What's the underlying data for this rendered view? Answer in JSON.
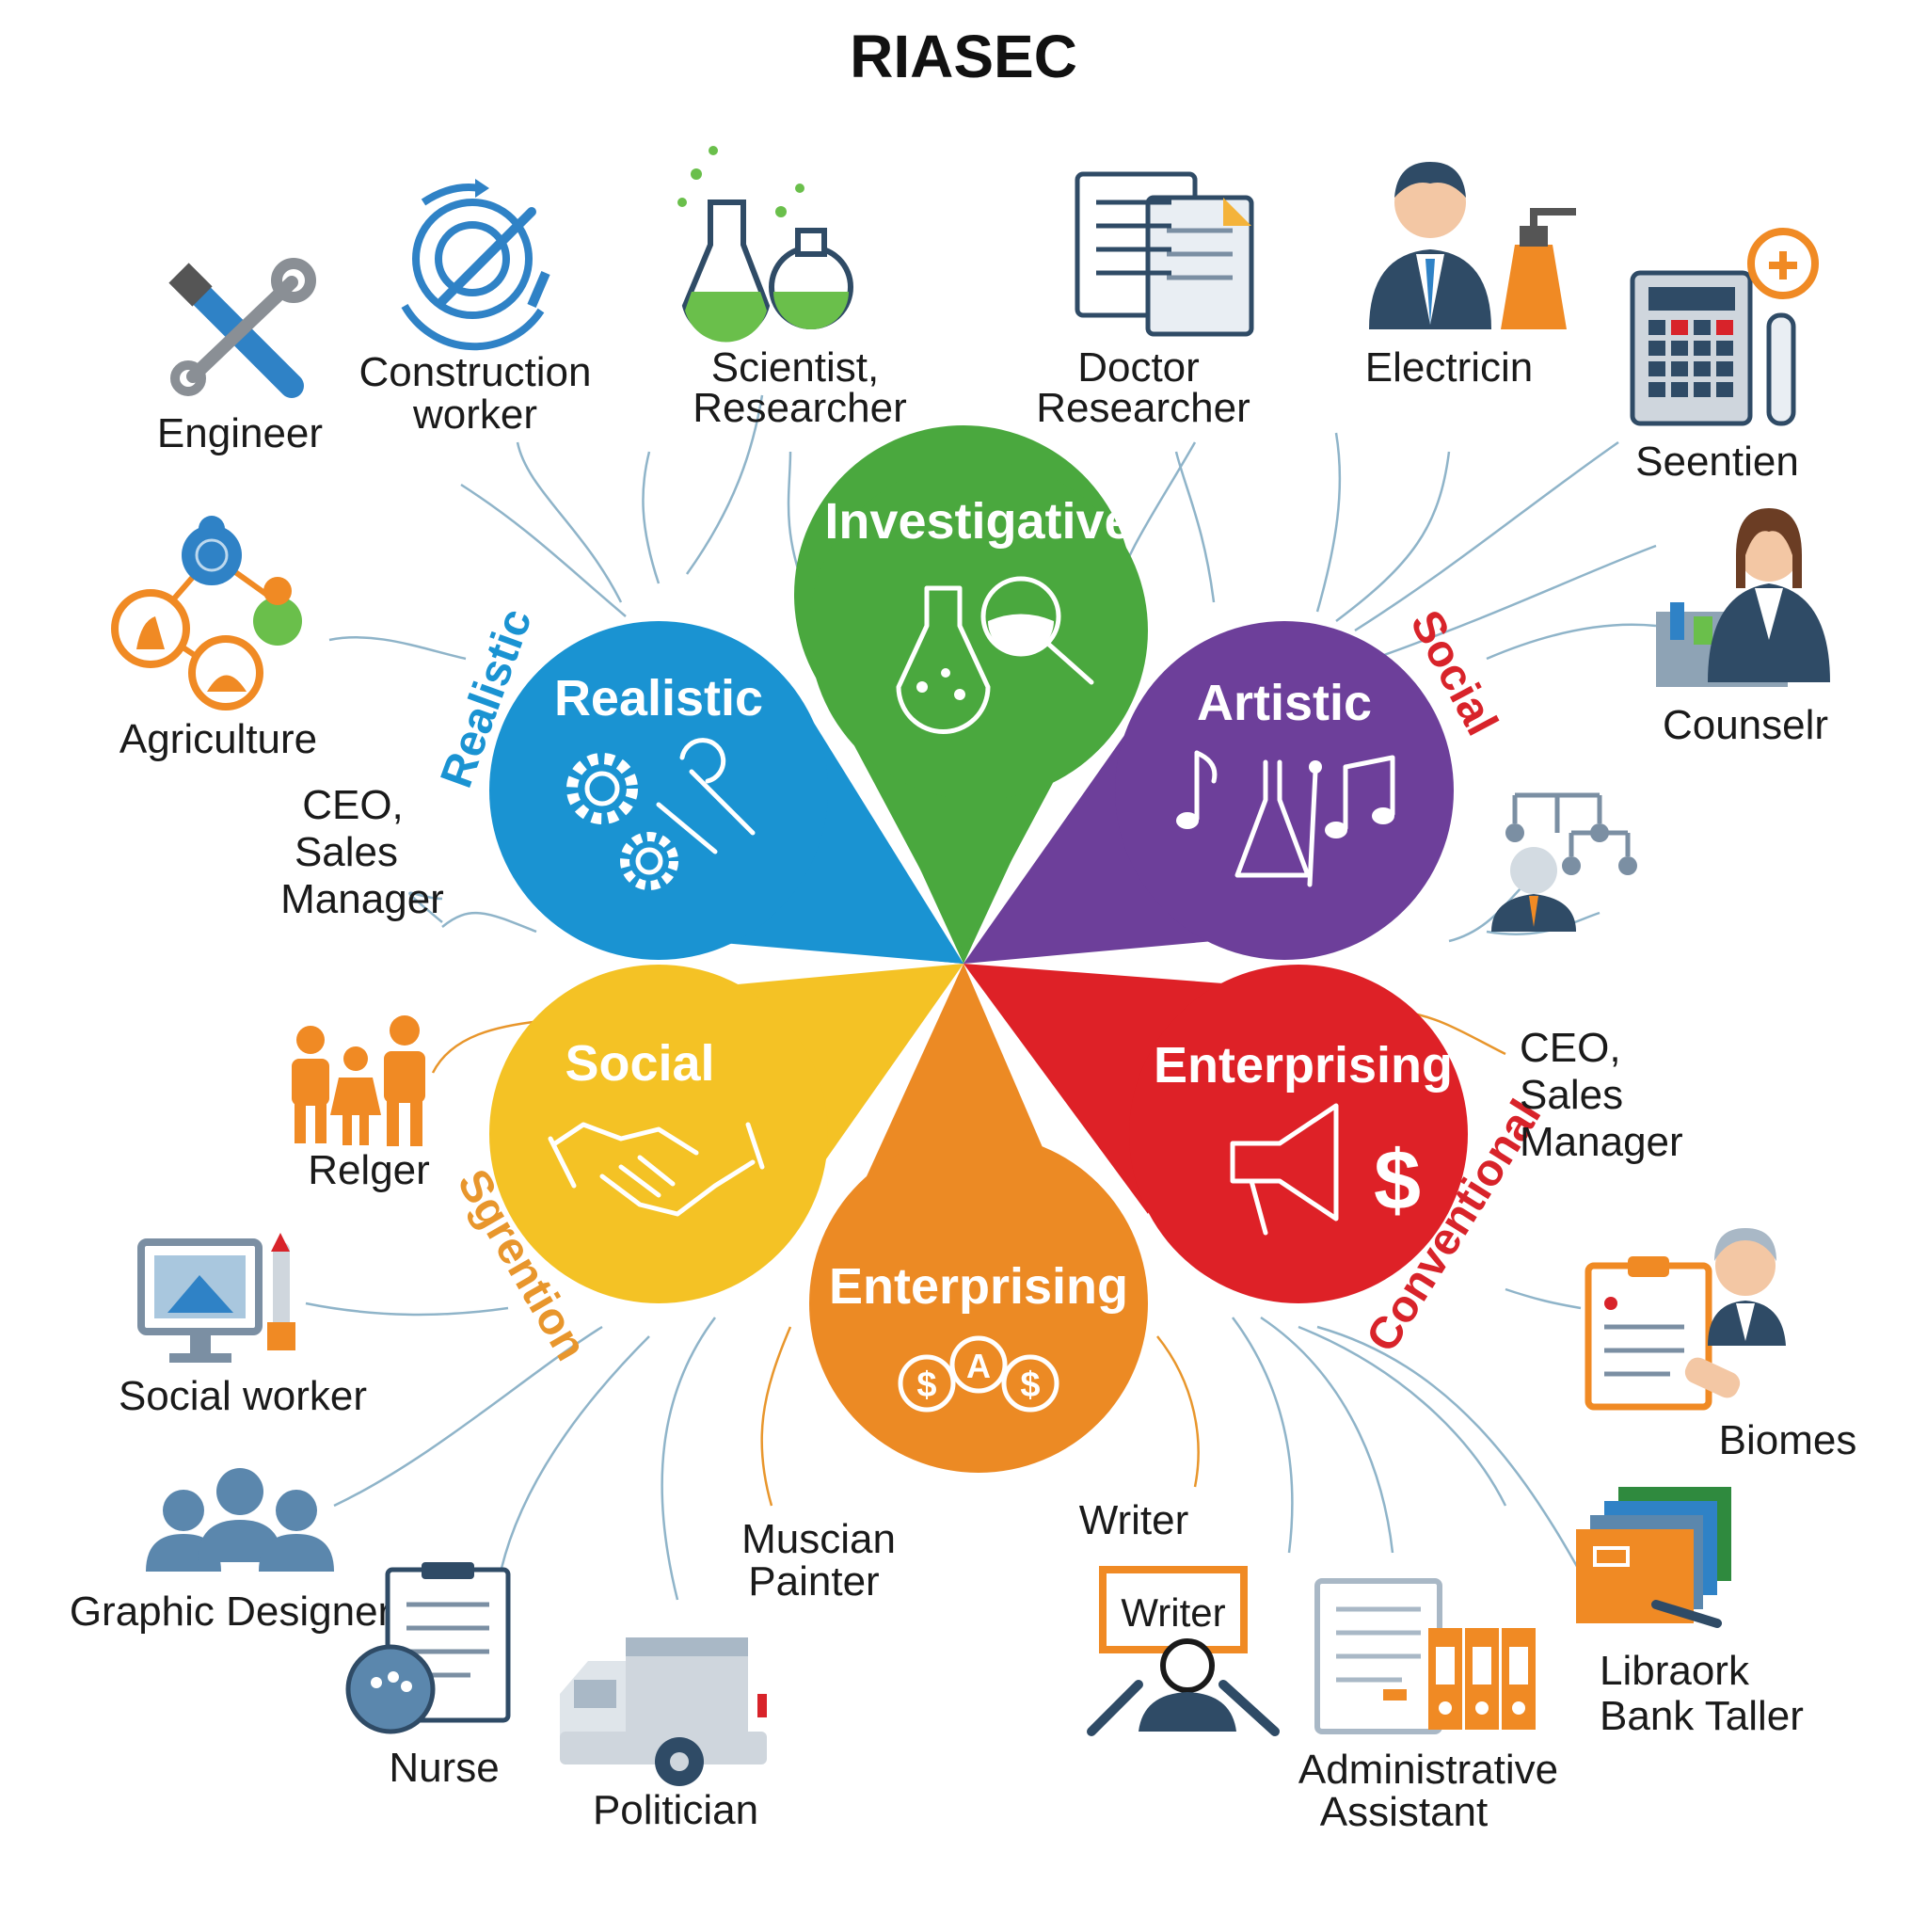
{
  "title": "RIASEC",
  "nodes": {
    "investigative": "Investigative",
    "realistic": "Realistic",
    "artistic": "Artistic",
    "social": "Social",
    "enterprising_right": "Enterprising",
    "enterprising_bottom": "Enterprising"
  },
  "arc_labels": {
    "realistic": "Realistic",
    "social": "Social",
    "conventional": "Conventional",
    "sgrention": "Sgrention"
  },
  "careers": {
    "engineer": "Engineer",
    "construction_line1": "Construction",
    "construction_line2": "worker",
    "scientist_line1": "Scientist,",
    "scientist_line2": "Researcher",
    "doctor_line1": "Doctor",
    "doctor_line2": "Researcher",
    "electrician": "Electricin",
    "seentien": "Seentien",
    "counselor": "Counselr",
    "agriculture": "Agriculture",
    "ceo_left_line1": "CEO,",
    "ceo_left_line2": "Sales",
    "ceo_left_line3": "Manager",
    "ceo_right_line1": "CEO,",
    "ceo_right_line2": "Sales",
    "ceo_right_line3": "Manager",
    "relger": "Relger",
    "social_worker": "Social worker",
    "graphic_designer": "Graphic Designer",
    "nurse": "Nurse",
    "politician": "Politician",
    "musician_line1": "Muscian",
    "musician_line2": "Painter",
    "writer_label": "Writer",
    "writer_sign": "Writer",
    "admin_line1": "Administrative",
    "admin_line2": "Assistant",
    "biomes": "Biomes",
    "libraork_line1": "Libraork",
    "libraork_line2": "Bank Taller"
  },
  "colors": {
    "realistic": "#1a93d2",
    "investigative": "#4aa83e",
    "artistic": "#6d3f9a",
    "enterprising_right": "#de2127",
    "enterprising_bottom": "#ec8a24",
    "social": "#f4c225",
    "arc_realistic": "#1a93d2",
    "arc_social": "#d8232a",
    "arc_conventional": "#d8232a",
    "arc_sgrention": "#e8962c"
  },
  "icons": {
    "engineer": "wrench-screwdriver-icon",
    "construction": "gear-wrench-cycle-icon",
    "scientist": "flasks-icon",
    "doctor": "documents-icon",
    "electrician": "businessman-icon",
    "seentien": "calculator-icon",
    "counselor": "businesswoman-icon",
    "agriculture": "network-people-icon",
    "org_chart": "org-chart-icon",
    "relger": "family-icon",
    "social_worker": "monitor-icon",
    "graphic_designer": "group-icon",
    "nurse": "clipboard-icon",
    "politician": "truck-icon",
    "writer": "writer-board-icon",
    "admin": "binders-icon",
    "biomes": "clipboard-person-icon",
    "libraork": "folders-pen-icon"
  }
}
